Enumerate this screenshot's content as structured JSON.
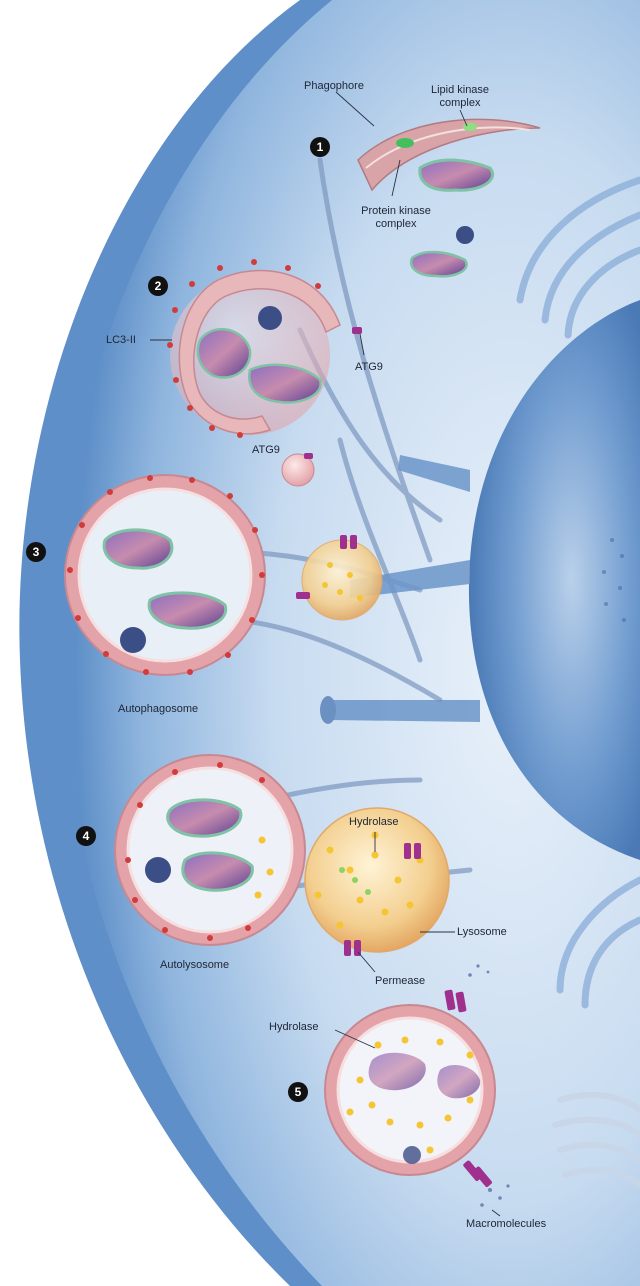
{
  "labels": {
    "lipid_kinase_line1": "Lipid kinase",
    "lipid_kinase_line2": "complex",
    "phagophore": "Phagophore",
    "protein_kinase_line1": "Protein kinase",
    "protein_kinase_line2": "complex",
    "lc3": "LC3-II",
    "atg9_a": "ATG9",
    "atg9_b": "ATG9",
    "autophagosome": "Autophagosome",
    "hydrolase_a": "Hydrolase",
    "lysosome": "Lysosome",
    "autolysosome": "Autolysosome",
    "permease": "Permease",
    "hydrolase_b": "Hydrolase",
    "macromolecules": "Macromolecules"
  },
  "steps": [
    "1",
    "2",
    "3",
    "4",
    "5"
  ],
  "colors": {
    "cell_blue": "#6f9fd3",
    "cytoplasm_light": "#dfeaf7",
    "nucleus": "#5b8bc4",
    "membrane_pink": "#d79aa0",
    "cargo_purple": "#6d4fa3",
    "cargo_glow": "#7fc3a6",
    "lysosome_gold": "#f1c27d",
    "hydrolase_yellow": "#f5c533",
    "atg9_magenta": "#a0308e",
    "lc3_red": "#d23b3b",
    "kinase_green": "#43c05d"
  }
}
